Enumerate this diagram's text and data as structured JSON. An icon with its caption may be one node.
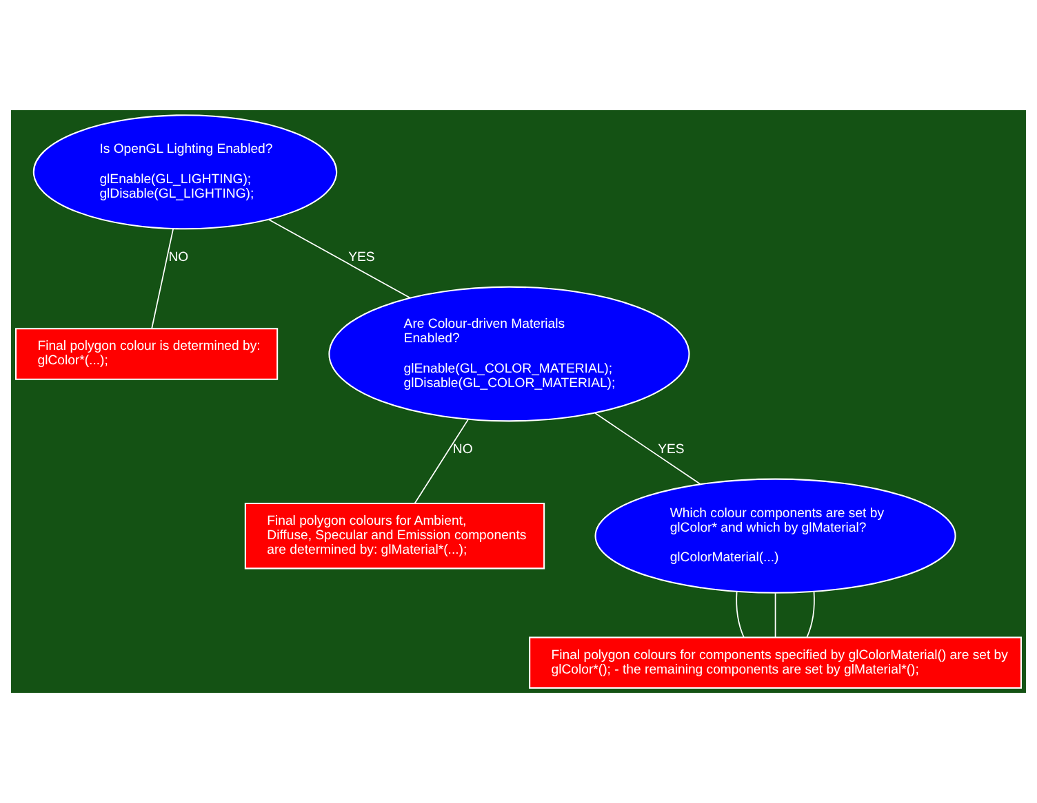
{
  "diagram": {
    "nodes": [
      {
        "text": [
          "Is OpenGL Lighting Enabled?",
          "glEnable(GL_LIGHTING); glDisable(GL_LIGHTING);"
        ]
      },
      {
        "text": [
          "Final polygon colour is determined by: glColor*(...);"
        ]
      },
      {
        "text": [
          "Are Colour-driven Materials Enabled?",
          "glEnable(GL_COLOR_MATERIAL); glDisable(GL_COLOR_MATERIAL);"
        ]
      },
      {
        "text": [
          "Final polygon colours for Ambient, Diffuse, Specular and Emission components are determined by: glMaterial*(...);"
        ]
      },
      {
        "text": [
          "Which colour components are set by glColor* and which by glMaterial?",
          "glColorMaterial(...)"
        ]
      },
      {
        "text": [
          "Final polygon colours for components specified by glColorMaterial() are set by glColor*(); - the remaining components are set by glMaterial*();"
        ]
      }
    ],
    "edges": [
      {
        "from": 0,
        "to": 1,
        "arrow": "none",
        "label": "NO"
      },
      {
        "from": 0,
        "to": 2,
        "arrow": "none",
        "label": "YES"
      },
      {
        "from": 2,
        "to": 3,
        "arrow": "none",
        "label": "NO"
      },
      {
        "from": 2,
        "to": 4,
        "arrow": "none",
        "label": "YES"
      },
      {
        "from": 4,
        "to": 5,
        "arrow": "none"
      },
      {
        "from": 4,
        "to": 5,
        "arrow": "none"
      },
      {
        "from": 4,
        "to": 5,
        "arrow": "none"
      }
    ]
  }
}
